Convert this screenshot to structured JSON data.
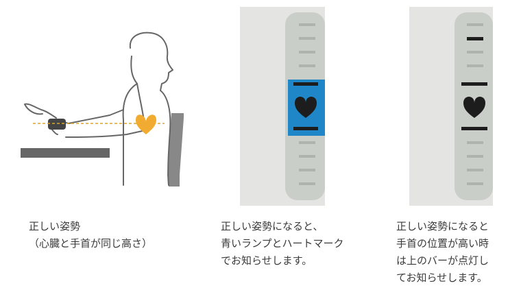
{
  "colors": {
    "panel_bg": "#e4e4e2",
    "band": "#c9cec9",
    "tick": "#aeb3ad",
    "accent_blue": "#1f86c8",
    "heart_orange": "#f0ab30",
    "dark": "#1d1d1d",
    "guide_line": "#d9a62a",
    "figure_stroke": "#666666"
  },
  "panels": [
    {
      "id": "posture",
      "caption_lines": [
        "正しい姿勢",
        "（心臓と手首が同じ高さ）"
      ]
    },
    {
      "id": "correct",
      "caption_lines": [
        "正しい姿勢になると、",
        "青いランプとハートマーク",
        "でお知らせします。"
      ]
    },
    {
      "id": "high",
      "caption_lines": [
        "正しい姿勢になると",
        "手首の位置が高い時",
        "は上のバーが点灯し",
        "てお知らせします。"
      ]
    }
  ]
}
